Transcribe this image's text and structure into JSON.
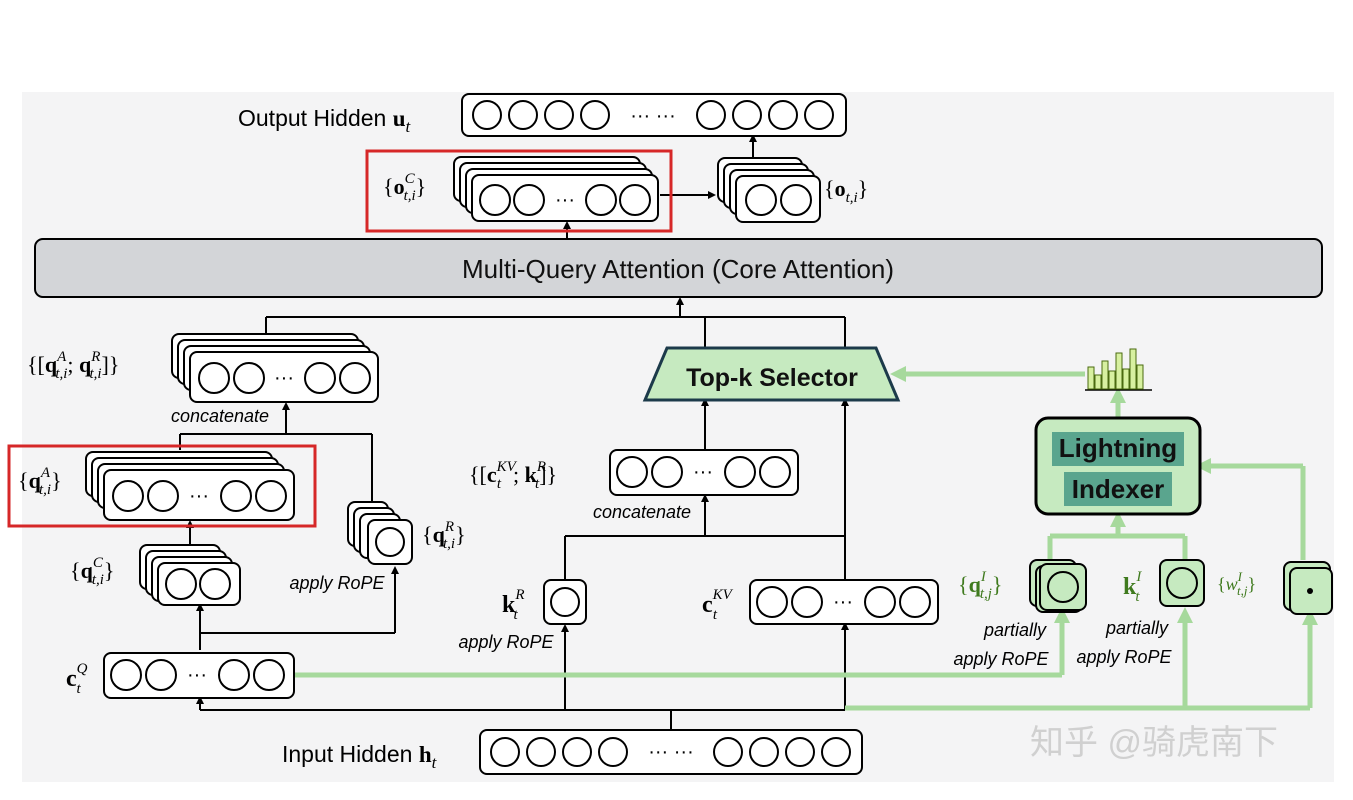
{
  "output_hidden": {
    "label": "Output Hidden ",
    "var": "u",
    "sub": "t",
    "dots": "···  ···"
  },
  "core_attention": {
    "label": "Multi-Query Attention (Core Attention)"
  },
  "top_k": {
    "label": "Top-k Selector"
  },
  "lightning": {
    "line1": "Lightning",
    "line2": "Indexer"
  },
  "input_hidden": {
    "label": "Input Hidden ",
    "var": "h",
    "sub": "t",
    "dots": "···  ···"
  },
  "labels": {
    "o_c": {
      "open": "{",
      "var": "o",
      "sup": "C",
      "sub": "t,i",
      "close": "}"
    },
    "o": {
      "open": "{",
      "var": "o",
      "sub": "t,i",
      "close": "}"
    },
    "qa_qr": {
      "open": "{[",
      "var1": "q",
      "sup1": "A",
      "sub1": "t,i",
      "sep": "; ",
      "var2": "q",
      "sup2": "R",
      "sub2": "t,i",
      "close": "]}"
    },
    "qa": {
      "open": "{",
      "var": "q",
      "sup": "A",
      "sub": "t,i",
      "close": "}"
    },
    "qr": {
      "open": "{",
      "var": "q",
      "sup": "R",
      "sub": "t,i",
      "close": "}"
    },
    "qc": {
      "open": "{",
      "var": "q",
      "sup": "C",
      "sub": "t,i",
      "close": "}"
    },
    "cq": {
      "var": "c",
      "sup": "Q",
      "sub": "t"
    },
    "ckv_kr": {
      "open": "{[",
      "var1": "c",
      "sup1": "KV",
      "sub1": "t",
      "sep": "; ",
      "var2": "k",
      "sup2": "R",
      "sub2": "t",
      "close": "]}"
    },
    "kr": {
      "var": "k",
      "sup": "R",
      "sub": "t"
    },
    "ckv": {
      "var": "c",
      "sup": "KV",
      "sub": "t"
    },
    "qi": {
      "open": "{",
      "var": "q",
      "sup": "I",
      "sub": "t,j",
      "close": "}"
    },
    "ki": {
      "var": "k",
      "sup": "I",
      "sub": "t"
    },
    "wi": {
      "open": "{",
      "var": "w",
      "sup": "I",
      "sub": "t,j",
      "close": "}"
    }
  },
  "annotations": {
    "concatenate": "concatenate",
    "apply_rope": "apply RoPE",
    "partially": "partially",
    "partially_apply_rope": "apply RoPE"
  },
  "dots": "···",
  "watermark": "知乎 @骑虎南下",
  "colors": {
    "green_fill": "#c6eac0",
    "green_line": "#a6d99c",
    "green_text": "#3f7a1e",
    "indexer_text_bg": "#5aa58e",
    "highlight_red": "#d62728",
    "core_fill": "#d3d5d8",
    "panel_bg": "#f4f4f5"
  },
  "chart_icon": {
    "type": "bar",
    "values": [
      0.55,
      0.35,
      0.7,
      0.45,
      0.9,
      0.5,
      1.0,
      0.6
    ]
  }
}
